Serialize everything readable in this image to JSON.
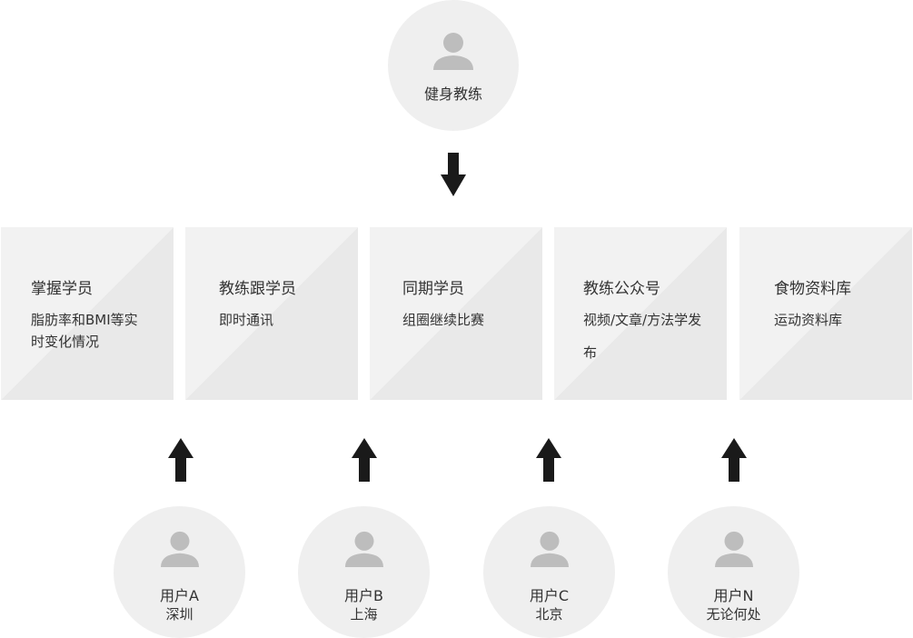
{
  "coach": {
    "name": "健身教练"
  },
  "features": [
    {
      "title": "掌握学员",
      "desc": "脂肪率和BMI等实时变化情况"
    },
    {
      "title": "教练跟学员",
      "desc": "即时通讯"
    },
    {
      "title": "同期学员",
      "desc": "组圈继续比赛"
    },
    {
      "title": "教练公众号",
      "desc": "视频/文章/方法学发布"
    },
    {
      "title": "食物资料库",
      "desc": "运动资料库"
    }
  ],
  "users": [
    {
      "name": "用户A",
      "city": "深圳"
    },
    {
      "name": "用户B",
      "city": "上海"
    },
    {
      "name": "用户C",
      "city": "北京"
    },
    {
      "name": "用户N",
      "city": "无论何处"
    }
  ],
  "colors": {
    "circle_bg": "#efefef",
    "card_bg": "#f2f2f2",
    "card_shade": "#e9e9e9",
    "arrow": "#1a1a1a",
    "avatar": "#bdbdbd"
  }
}
